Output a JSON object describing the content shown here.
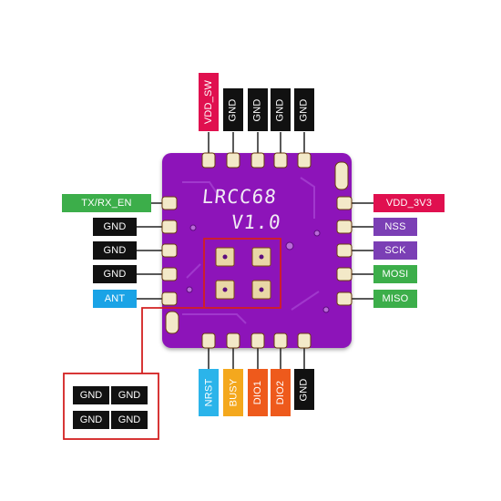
{
  "board": {
    "name": "LRCC68",
    "version": "V1.0"
  },
  "pins": {
    "top": [
      "VDD_SW",
      "GND",
      "GND",
      "GND",
      "GND"
    ],
    "left": [
      "TX/RX_EN",
      "GND",
      "GND",
      "GND",
      "ANT"
    ],
    "right": [
      "VDD_3V3",
      "NSS",
      "SCK",
      "MOSI",
      "MISO"
    ],
    "bottom": [
      "NRST",
      "BUSY",
      "DIO1",
      "DIO2",
      "GND"
    ]
  },
  "center_pads": [
    "GND",
    "GND",
    "GND",
    "GND"
  ],
  "colors": {
    "power": "#e0104f",
    "ground": "#111111",
    "spi": "#7b3fb5",
    "digital": "#3cae4a",
    "rf": "#1aa3e6",
    "reset": "#2bb4ea",
    "busy": "#f4a81d",
    "dio": "#ee5a1c",
    "board": "#8d14b9",
    "highlight": "#d32020"
  }
}
